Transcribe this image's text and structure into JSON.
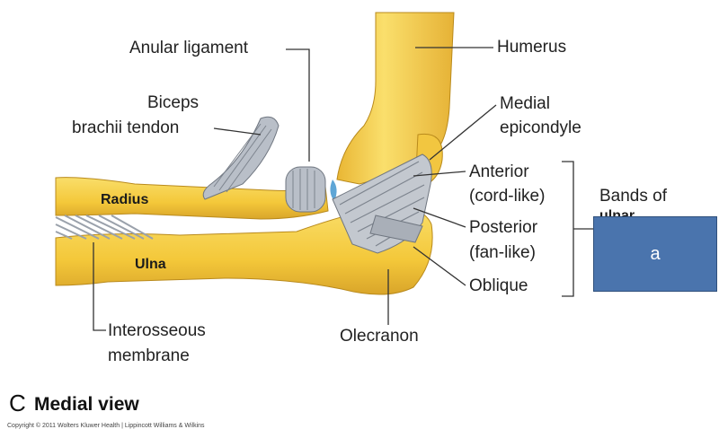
{
  "labels": {
    "anular_ligament": "Anular ligament",
    "humerus": "Humerus",
    "biceps_line1": "Biceps",
    "biceps_line2": "brachii tendon",
    "medial_line1": "Medial",
    "medial_line2": "epicondyle",
    "anterior_line1": "Anterior",
    "anterior_line2": "(cord-like)",
    "posterior_line1": "Posterior",
    "posterior_line2": "(fan-like)",
    "oblique": "Oblique",
    "bands_line1": "Bands of",
    "bands_line2": "ulnar",
    "radius": "Radius",
    "ulna": "Ulna",
    "interosseous_line1": "Interosseous",
    "interosseous_line2": "membrane",
    "olecranon": "Olecranon"
  },
  "footer": {
    "view_letter": "C",
    "view_title": "Medial view",
    "copyright": "Copyright © 2011 Wolters Kluwer Health | Lippincott Williams & Wilkins"
  },
  "overlay": {
    "answer_text": "a"
  },
  "colors": {
    "bone": "#f6d24a",
    "bone_shade": "#d9a92a",
    "ligament": "#b9bfc8",
    "overlay_box": "#4a74ad"
  }
}
